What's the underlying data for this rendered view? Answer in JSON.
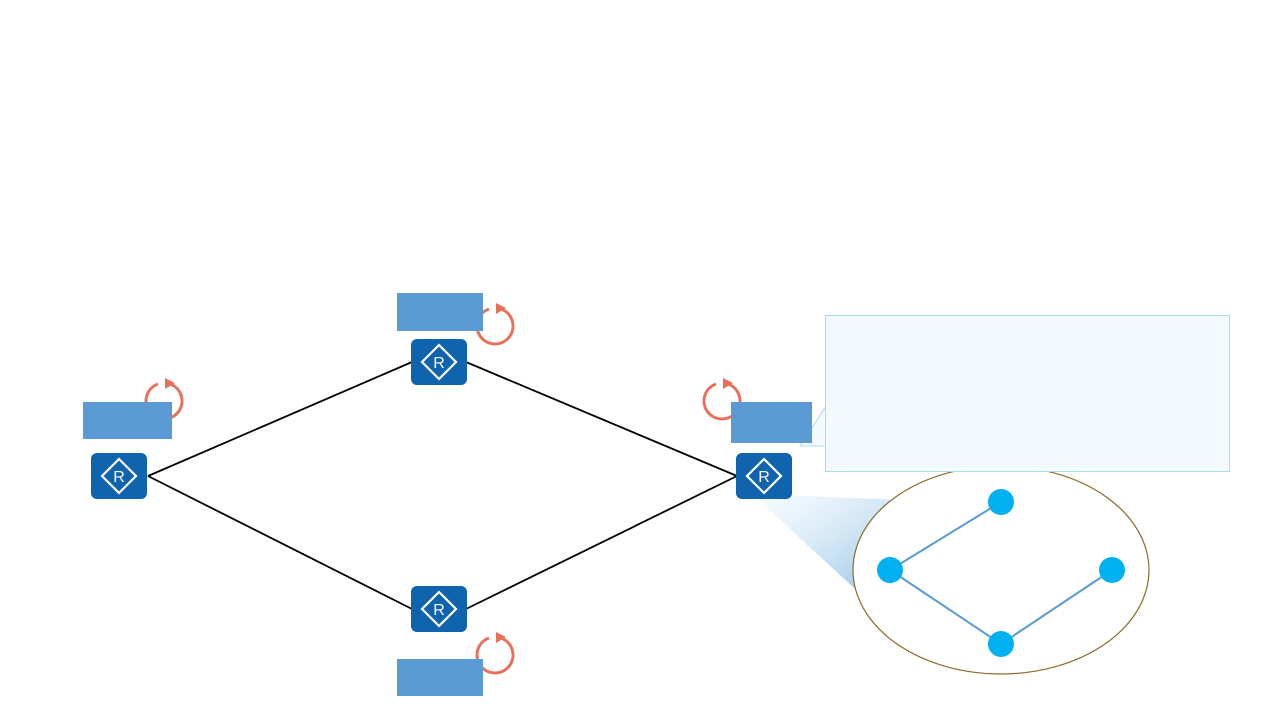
{
  "diagram": {
    "routers": [
      {
        "id": "router-left",
        "label": ""
      },
      {
        "id": "router-top",
        "label": ""
      },
      {
        "id": "router-right",
        "label": ""
      },
      {
        "id": "router-bottom",
        "label": ""
      }
    ],
    "links": [
      [
        "router-left",
        "router-top"
      ],
      [
        "router-top",
        "router-right"
      ],
      [
        "router-left",
        "router-bottom"
      ],
      [
        "router-bottom",
        "router-right"
      ]
    ],
    "callout_text": "",
    "tree": {
      "nodes": [
        "n-top",
        "n-left",
        "n-bottom",
        "n-right"
      ],
      "edges": [
        [
          "n-left",
          "n-top"
        ],
        [
          "n-left",
          "n-bottom"
        ],
        [
          "n-bottom",
          "n-right"
        ]
      ]
    }
  },
  "colors": {
    "router_fill": "#1063ad",
    "label_fill": "#5b9bd5",
    "refresh_arrow": "#e8705a",
    "tree_node": "#00b0f0",
    "tree_edge": "#5b9bd5",
    "ellipse_border": "#8b6b2a",
    "callout_fill": "#f2fafd",
    "callout_border": "#a9dcef"
  },
  "icons": {
    "router": "router-icon",
    "refresh": "refresh-arrow-icon"
  }
}
